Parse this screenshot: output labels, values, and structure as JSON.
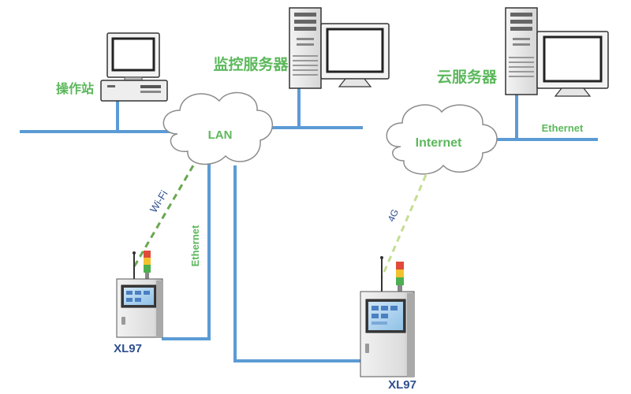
{
  "nodes": {
    "operator_station": "操作站",
    "monitor_server": "监控服务器",
    "cloud_server": "云服务器",
    "lan": "LAN",
    "internet": "Internet",
    "device_a": "XL97",
    "device_b": "XL97"
  },
  "links": {
    "ethernet_cloud": "Ethernet",
    "ethernet_device": "Ethernet",
    "wifi": "Wi-Fi",
    "cellular": "4G"
  },
  "colors": {
    "wire": "#5b9bd5",
    "wireless": "#6aa84f",
    "label_green": "#5cb85c",
    "label_blue": "#2f4f8f"
  }
}
